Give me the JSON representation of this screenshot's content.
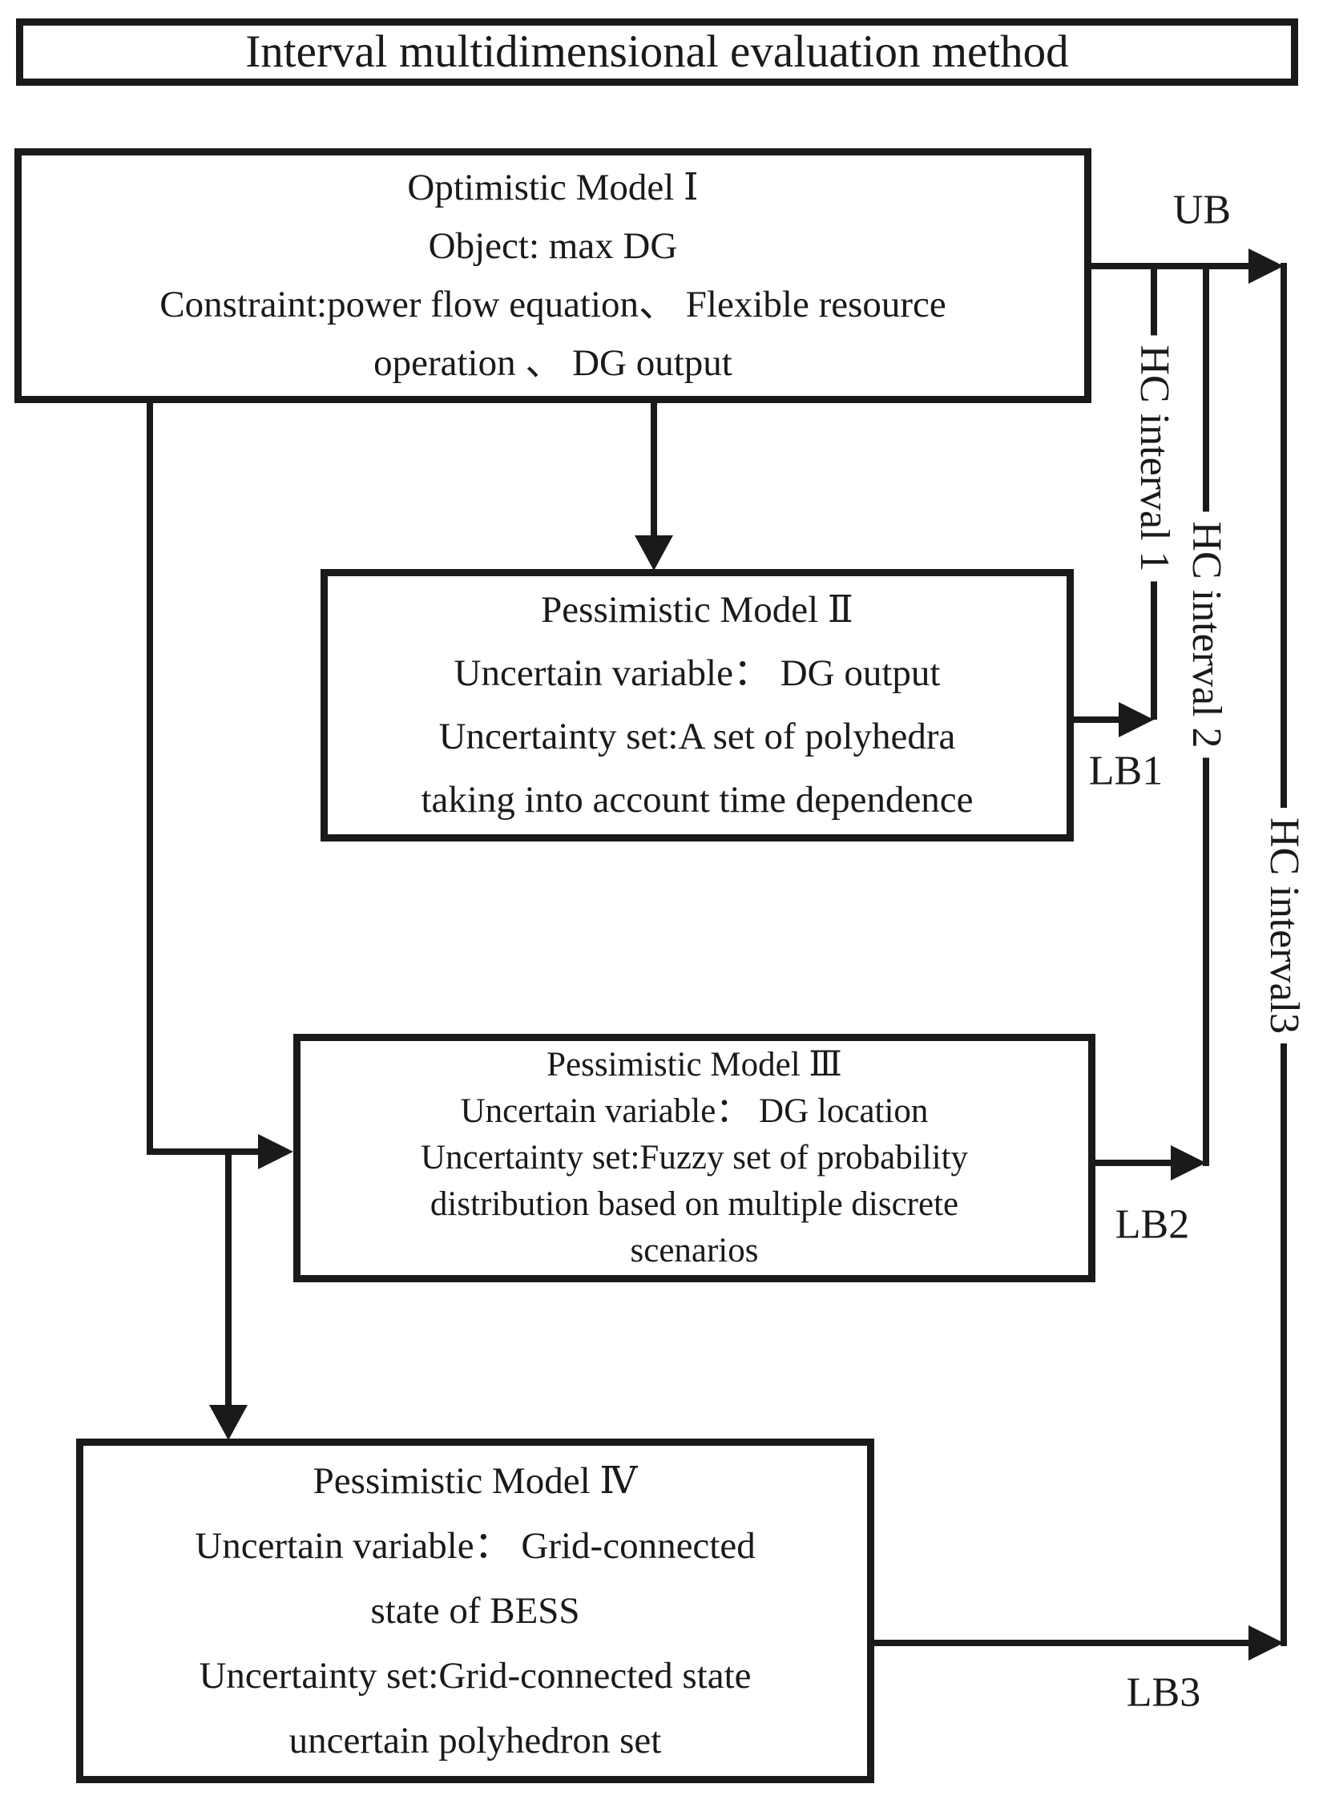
{
  "title": "Interval multidimensional evaluation method",
  "boxes": {
    "model1": {
      "lines": [
        "Optimistic Model Ⅰ",
        "Object: max DG",
        "Constraint:power flow equation、 Flexible resource",
        "operation 、 DG output"
      ]
    },
    "model2": {
      "lines": [
        "Pessimistic Model Ⅱ",
        "Uncertain variable： DG output",
        "Uncertainty set:A set of polyhedra",
        "taking into account time dependence"
      ]
    },
    "model3": {
      "lines": [
        "Pessimistic Model Ⅲ",
        "Uncertain variable： DG location",
        "Uncertainty set:Fuzzy set of probability",
        "distribution based on multiple discrete",
        "scenarios"
      ]
    },
    "model4": {
      "lines": [
        "Pessimistic Model Ⅳ",
        "Uncertain variable： Grid-connected",
        "state of BESS",
        "Uncertainty set:Grid-connected state",
        "uncertain polyhedron set"
      ]
    }
  },
  "labels": {
    "ub": "UB",
    "lb1": "LB1",
    "lb2": "LB2",
    "lb3": "LB3",
    "hc_interval_1": "HC interval 1",
    "hc_interval_2": "HC interval 2",
    "hc_interval_3": "HC interval3"
  },
  "colors": {
    "stroke": "#1a1a1a",
    "background": "#ffffff"
  }
}
